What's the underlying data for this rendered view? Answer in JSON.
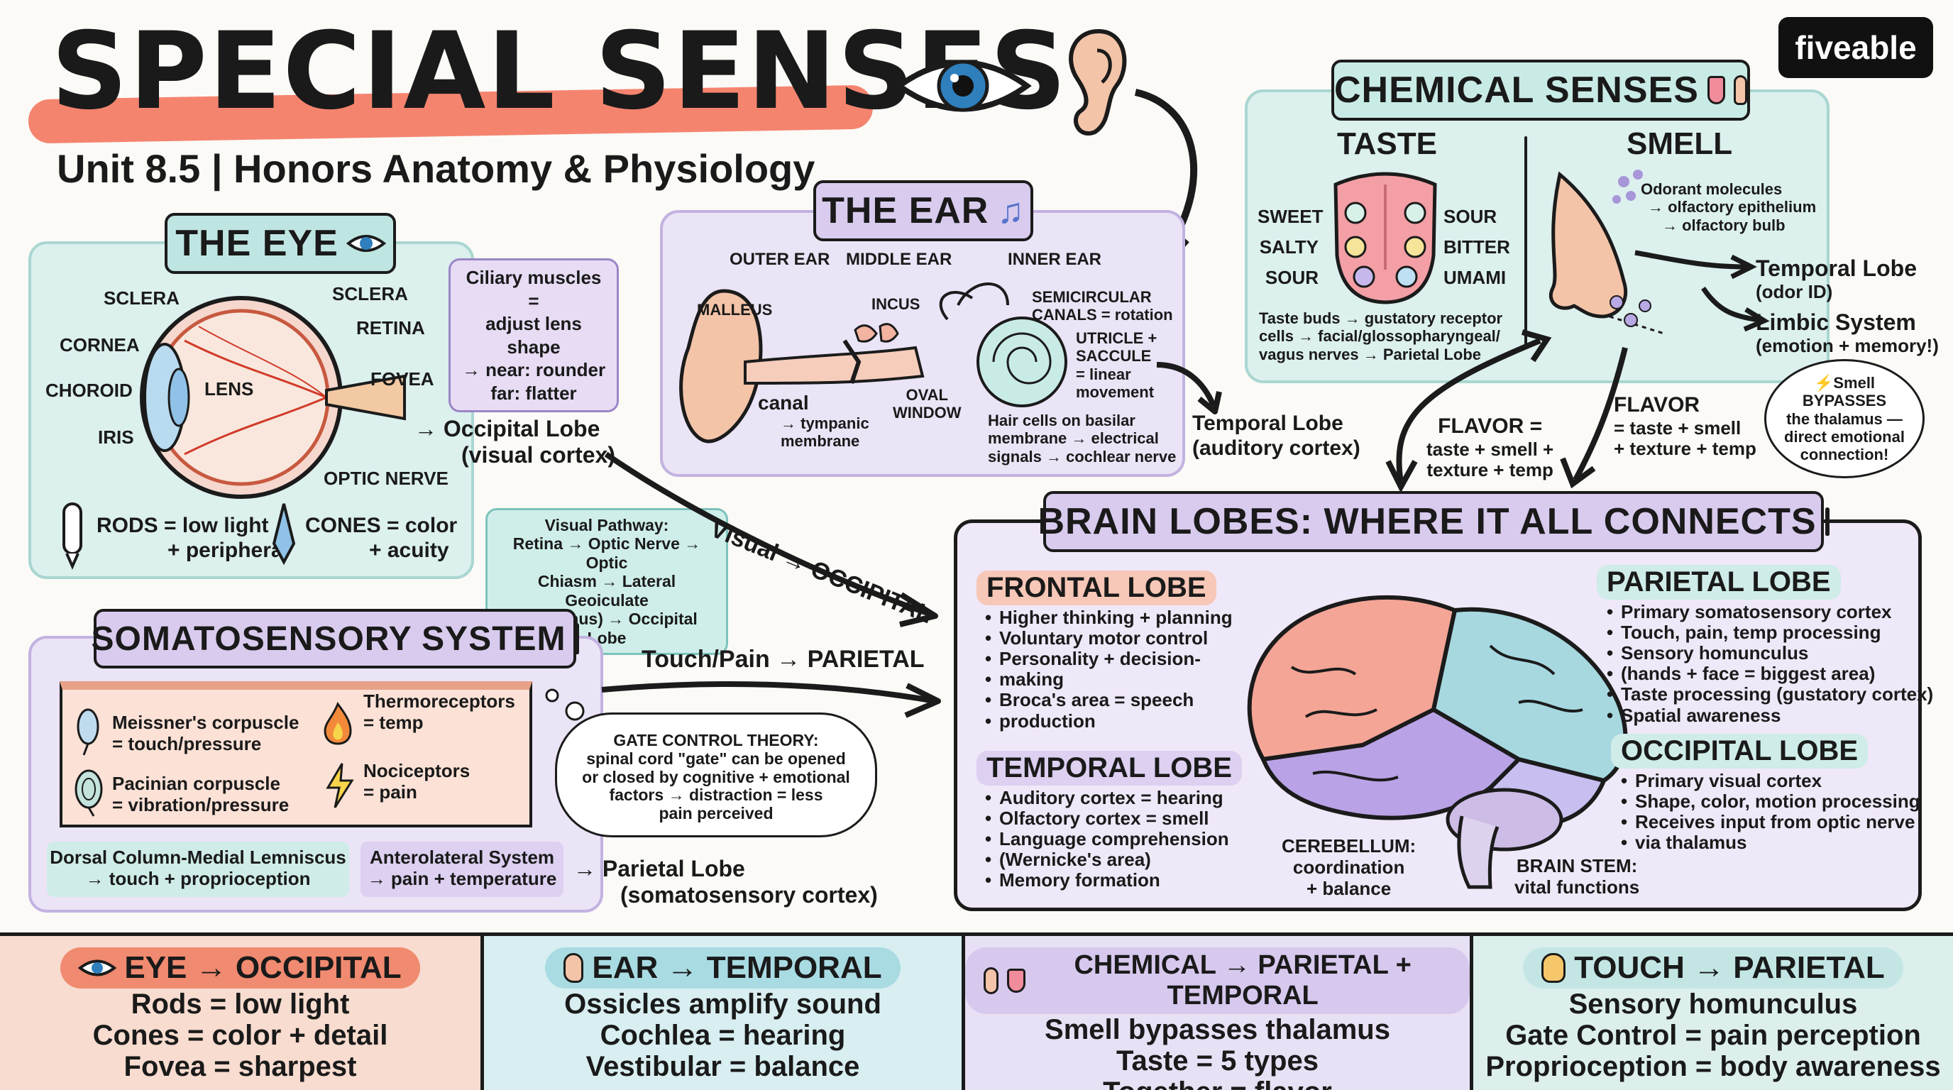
{
  "header": {
    "title": "SPECIAL SENSES",
    "subtitle": "Unit 8.5 | Honors Anatomy & Physiology",
    "logo": "fiveable"
  },
  "eye": {
    "heading": "THE EYE",
    "labels": {
      "sclera_left": "SCLERA",
      "sclera_right": "SCLERA",
      "cornea": "CORNEA",
      "retina": "RETINA",
      "choroid": "CHOROID",
      "lens": "LENS",
      "fovea": "FOVEA",
      "iris": "IRIS",
      "optic_nerve": "OPTIC NERVE"
    },
    "ciliary_note": [
      "Ciliary muscles =",
      "adjust lens shape",
      "→ near: rounder",
      "far: flatter"
    ],
    "destination": [
      "→ Occipital Lobe",
      "(visual cortex)"
    ],
    "rods": [
      "RODS = low light",
      "+ peripheral"
    ],
    "cones": [
      "CONES = color",
      "+ acuity"
    ],
    "visual_pathway": [
      "Visual Pathway:",
      "Retina → Optic Nerve → Optic",
      "Chiasm → Lateral Geoiculate",
      "(Thalamus) → Occipital Lobe"
    ],
    "arrow_label": "Visual → OCCIPITAL"
  },
  "ear": {
    "heading": "THE EAR",
    "sections": [
      "OUTER EAR",
      "MIDDLE EAR",
      "INNER EAR"
    ],
    "labels": {
      "malleus": "MALLEUS",
      "incus": "INCUS",
      "canal": "canal",
      "tympanic": [
        "→ tympanic",
        "membrane"
      ],
      "oval_window": [
        "OVAL",
        "WINDOW"
      ],
      "semicircular": [
        "SEMICIRCULAR",
        "CANALS = rotation"
      ],
      "utricle": [
        "UTRICLE +",
        "SACCULE",
        "= linear",
        "movement"
      ],
      "hair_cells": [
        "Hair cells on basilar",
        "membrane → electrical",
        "signals → cochlear nerve"
      ]
    },
    "destination": [
      "Temporal Lobe",
      "(auditory cortex)"
    ]
  },
  "chemical": {
    "heading": "CHEMICAL SENSES",
    "taste_heading": "TASTE",
    "smell_heading": "SMELL",
    "taste_left": [
      "SWEET",
      "SALTY",
      "SOUR"
    ],
    "taste_right": [
      "SOUR",
      "BITTER",
      "UMAMI"
    ],
    "taste_note": [
      "Taste buds → gustatory receptor",
      "cells → facial/glossopharyngeal/",
      "vagus nerves → Parietal Lobe"
    ],
    "smell_note": [
      "Odorant molecules",
      "→ olfactory epithelium",
      "→ olfactory bulb"
    ],
    "temporal": [
      "Temporal Lobe",
      "(odor ID)"
    ],
    "limbic": [
      "Limbic System",
      "(emotion + memory!)"
    ],
    "bypass_note": [
      "⚡Smell",
      "BYPASSES",
      "the thalamus —",
      "direct emotional",
      "connection!"
    ],
    "flavor_left": [
      "FLAVOR =",
      "taste + smell +",
      "texture + temp"
    ],
    "flavor_right": [
      "FLAVOR",
      "= taste + smell",
      "+ texture + temp"
    ]
  },
  "soma": {
    "heading": "SOMATOSENSORY SYSTEM",
    "receptors": [
      [
        "Meissner's corpuscle",
        "= touch/pressure"
      ],
      [
        "Pacinian corpuscle",
        "= vibration/pressure"
      ],
      [
        "Thermoreceptors",
        "= temp"
      ],
      [
        "Nociceptors",
        "= pain"
      ]
    ],
    "gate_theory": [
      "GATE CONTROL THEORY:",
      "spinal cord \"gate\" can be opened",
      "or closed by cognitive + emotional",
      "factors → distraction = less",
      "pain perceived"
    ],
    "dorsal": [
      "Dorsal Column-Medial Lemniscus",
      "→ touch + proprioception"
    ],
    "anterolateral": [
      "Anterolateral System",
      "→ pain + temperature"
    ],
    "destination": [
      "→ Parietal Lobe",
      "(somatosensory cortex)"
    ],
    "arrow_label": "Touch/Pain → PARIETAL"
  },
  "brain": {
    "heading": "BRAIN LOBES: WHERE IT ALL CONNECTS",
    "frontal": {
      "title": "FRONTAL LOBE",
      "items": [
        "Higher thinking + planning",
        "Voluntary motor control",
        "Personality + decision-",
        "making",
        "Broca's area = speech",
        "production"
      ]
    },
    "parietal": {
      "title": "PARIETAL LOBE",
      "items": [
        "Primary somatosensory cortex",
        "Touch, pain, temp processing",
        "Sensory homunculus",
        "(hands + face = biggest area)",
        "Taste processing (gustatory cortex)",
        "Spatial awareness"
      ]
    },
    "temporal": {
      "title": "TEMPORAL LOBE",
      "items": [
        "Auditory cortex = hearing",
        "Olfactory cortex = smell",
        "Language comprehension",
        "(Wernicke's area)",
        "Memory formation"
      ]
    },
    "occipital": {
      "title": "OCCIPITAL LOBE",
      "items": [
        "Primary visual cortex",
        "Shape, color, motion processing",
        "Receives input from optic nerve",
        "via thalamus"
      ]
    },
    "cerebellum": [
      "CEREBELLUM:",
      "coordination",
      "+ balance"
    ],
    "brain_stem": [
      "BRAIN STEM:",
      "vital functions"
    ]
  },
  "summary": [
    {
      "title": "EYE → OCCIPITAL",
      "lines": [
        "Rods = low light",
        "Cones = color + detail",
        "Fovea = sharpest"
      ],
      "bg": "#f7dccf",
      "pill": "#f08a70"
    },
    {
      "title": "EAR → TEMPORAL",
      "lines": [
        "Ossicles amplify sound",
        "Cochlea = hearing",
        "Vestibular = balance"
      ],
      "bg": "#d8eef0",
      "pill": "#a9dbe3"
    },
    {
      "title": "CHEMICAL → PARIETAL + TEMPORAL",
      "lines": [
        "Smell bypasses thalamus",
        "Taste = 5 types",
        "Together = flavor"
      ],
      "bg": "#e8e0f4",
      "pill": "#d7c8ee"
    },
    {
      "title": "TOUCH → PARIETAL",
      "lines": [
        "Sensory homunculus",
        "Gate Control = pain perception",
        "Proprioception = body awareness"
      ],
      "bg": "#dcefed",
      "pill": "#c3e6e4"
    }
  ]
}
